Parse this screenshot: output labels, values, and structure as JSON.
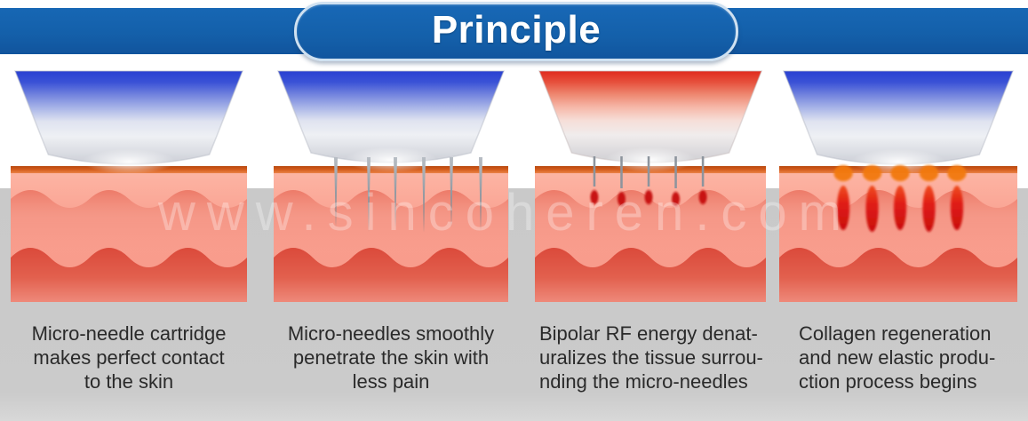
{
  "header": {
    "title": "Principle",
    "bar_color": "#1460aa",
    "pill_border_color": "#cfe1f1",
    "title_color": "#ffffff"
  },
  "watermark": {
    "text": "www.sincoheren.com"
  },
  "panels": [
    {
      "id": 1,
      "stage": "contact",
      "device_color": "blue",
      "caption_lines": [
        "Micro-needle cartridge",
        "makes perfect contact",
        "to the skin"
      ]
    },
    {
      "id": 2,
      "stage": "penetration",
      "device_color": "blue",
      "needle_count": 6,
      "caption_lines": [
        "Micro-needles smoothly",
        "penetrate the skin with",
        "less pain"
      ]
    },
    {
      "id": 3,
      "stage": "rf-energy",
      "device_color": "red",
      "needle_count": 5,
      "caption_lines": [
        "Bipolar RF energy denat-",
        "uralizes the tissue surrou-",
        "nding the micro-needles"
      ]
    },
    {
      "id": 4,
      "stage": "regeneration",
      "device_color": "blue",
      "heat_column_count": 5,
      "caption_lines": [
        "Collagen regeneration",
        "and new elastic produ-",
        "ction process begins"
      ]
    }
  ],
  "colors": {
    "background_band": "#cbcbcb",
    "skin_light": "#f99e8e",
    "skin_deep": "#db4a3b",
    "epidermis_orange": "#d55d1d",
    "rf_glow_orange": "#f28a15",
    "rf_core_red": "#c60f0c",
    "device_blue": "#2940d2",
    "device_red": "#e02a1e",
    "caption_text": "#2a2a2a"
  }
}
